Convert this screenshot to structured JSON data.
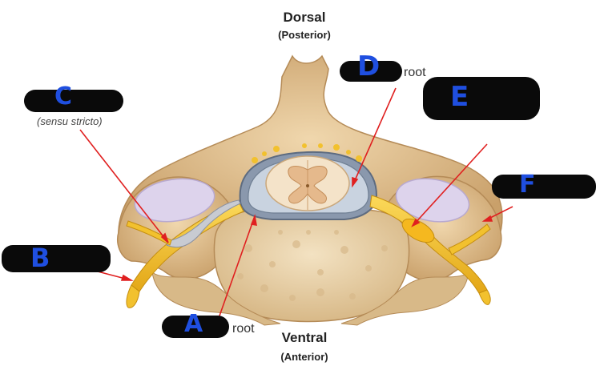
{
  "orientation": {
    "top_title": "Dorsal",
    "top_sub": "(Posterior)",
    "bottom_title": "Ventral",
    "bottom_sub": "(Anterior)"
  },
  "labels": {
    "dorsal_root_suffix": "root",
    "ventral_root_suffix": "root",
    "sensu": "(sensu stricto)"
  },
  "handwritten": {
    "A": "A",
    "B": "B",
    "C": "C",
    "D": "D",
    "E": "E",
    "F": "F"
  },
  "colors": {
    "bone": "#e6c89a",
    "bone_shadow": "#c9a06a",
    "cartilage": "#ddd3ec",
    "nerve": "#f2c12e",
    "cord": "#f4e3c9",
    "meninges": "#6f7f93",
    "arrow": "#e02020",
    "handwriting": "#1f4fe0"
  }
}
